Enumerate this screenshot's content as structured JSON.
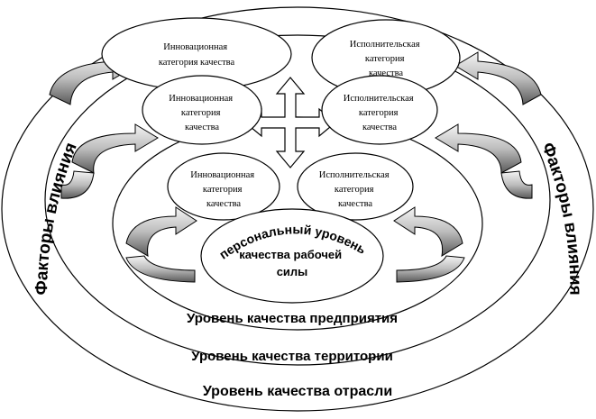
{
  "diagram": {
    "levels": {
      "industry": "Уровень качества отрасли",
      "territory": "Уровень качества территории",
      "enterprise": "Уровень качества предприятия"
    },
    "influence_factors": {
      "left": "Факторы влияния",
      "right": "Факторы влияния"
    },
    "categories": {
      "innovation_1": [
        "Инновационная",
        "категория качества"
      ],
      "executive_1": [
        "Исполнительская",
        "категория",
        "качества"
      ],
      "innovation_2": [
        "Инновационная",
        "категория",
        "качества"
      ],
      "executive_2": [
        "Исполнительская",
        "категория",
        "качества"
      ],
      "innovation_3": [
        "Инновационная",
        "категория",
        "качества"
      ],
      "executive_3": [
        "Исполнительская",
        "категория",
        "качества"
      ]
    },
    "personal_level": {
      "arc_text": "персональный уровень",
      "line_1": "качества рабочей",
      "line_2": "силы"
    }
  }
}
